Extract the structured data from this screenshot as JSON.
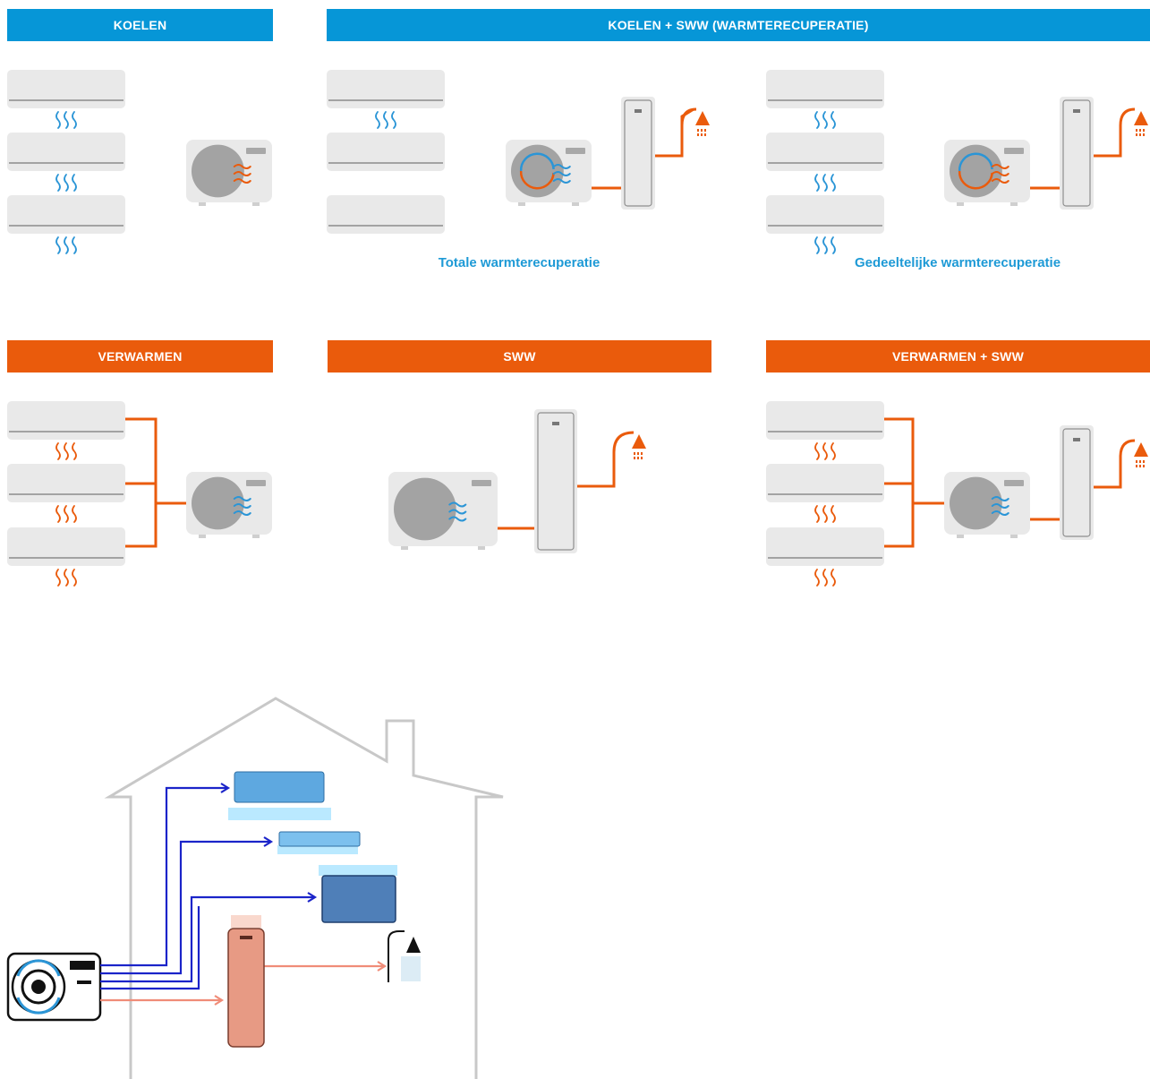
{
  "colors": {
    "cool": "#0696d7",
    "heat": "#ea5b0c",
    "cool_wave": "#2b95d6",
    "heat_wave": "#ea5b0c",
    "unit_fill": "#e9e9e9",
    "fan_fill": "#a3a3a3",
    "caption": "#1e9ad6"
  },
  "icons": {
    "indoor": "wall-mounted-indoor-unit-icon",
    "outdoor": "outdoor-heat-pump-icon",
    "tank": "hot-water-tank-icon",
    "shower": "shower-icon",
    "cool_wave": "cool-air-wave-icon",
    "heat_wave": "warm-air-wave-icon",
    "recovery": "heat-recovery-arrows-icon",
    "house": "house-outline-icon"
  },
  "sections": {
    "cooling": {
      "title": "KOELEN"
    },
    "cooling_dhw": {
      "title": "KOELEN + SWW (WARMTERECUPERATIE)"
    },
    "total_recovery": {
      "caption": "Totale warmterecuperatie"
    },
    "partial_recovery": {
      "caption": "Gedeeltelijke warmterecuperatie"
    },
    "heating": {
      "title": "VERWARMEN"
    },
    "dhw": {
      "title": "SWW"
    },
    "heating_dhw": {
      "title": "VERWARMEN + SWW"
    }
  }
}
